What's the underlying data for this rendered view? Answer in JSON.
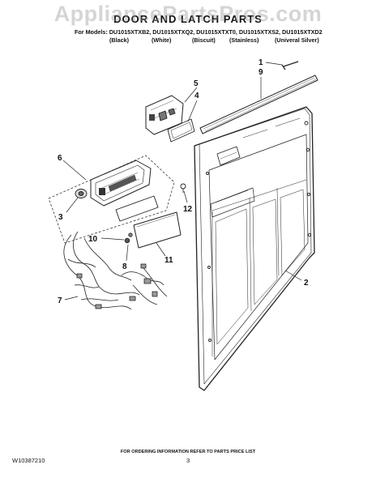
{
  "watermark": "AppliancePartsPros.com",
  "title": "DOOR AND LATCH PARTS",
  "models_line": "For Models: DU1015XTXB2, DU1015XTXQ2, DU1015XTXT0, DU1015XTXS2, DU1015XTXD2",
  "variants": [
    "(Black)",
    "(White)",
    "(Biscuit)",
    "(Stainless)",
    "(Univeral Silver)"
  ],
  "callouts": [
    "1",
    "9",
    "5",
    "4",
    "6",
    "3",
    "12",
    "10",
    "8",
    "11",
    "7",
    "2"
  ],
  "footer_note": "FOR ORDERING INFORMATION REFER TO PARTS PRICE LIST",
  "doc_number": "W10387210",
  "page_number": "3"
}
